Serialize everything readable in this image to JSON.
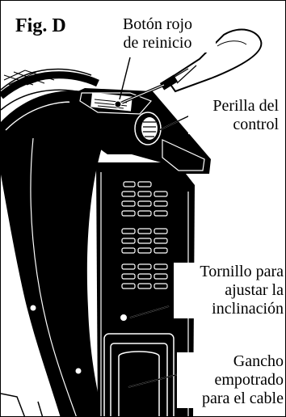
{
  "figure": {
    "label": "Fig. D"
  },
  "callouts": {
    "reset_button": [
      "Botón rojo",
      "de reinicio"
    ],
    "control_knob": [
      "Perilla del",
      "control"
    ],
    "tilt_screw": [
      "Tornillo para",
      "ajustar la",
      "inclinación"
    ],
    "cord_hook": [
      "Gancho",
      "empotrado",
      "para el cable"
    ]
  }
}
